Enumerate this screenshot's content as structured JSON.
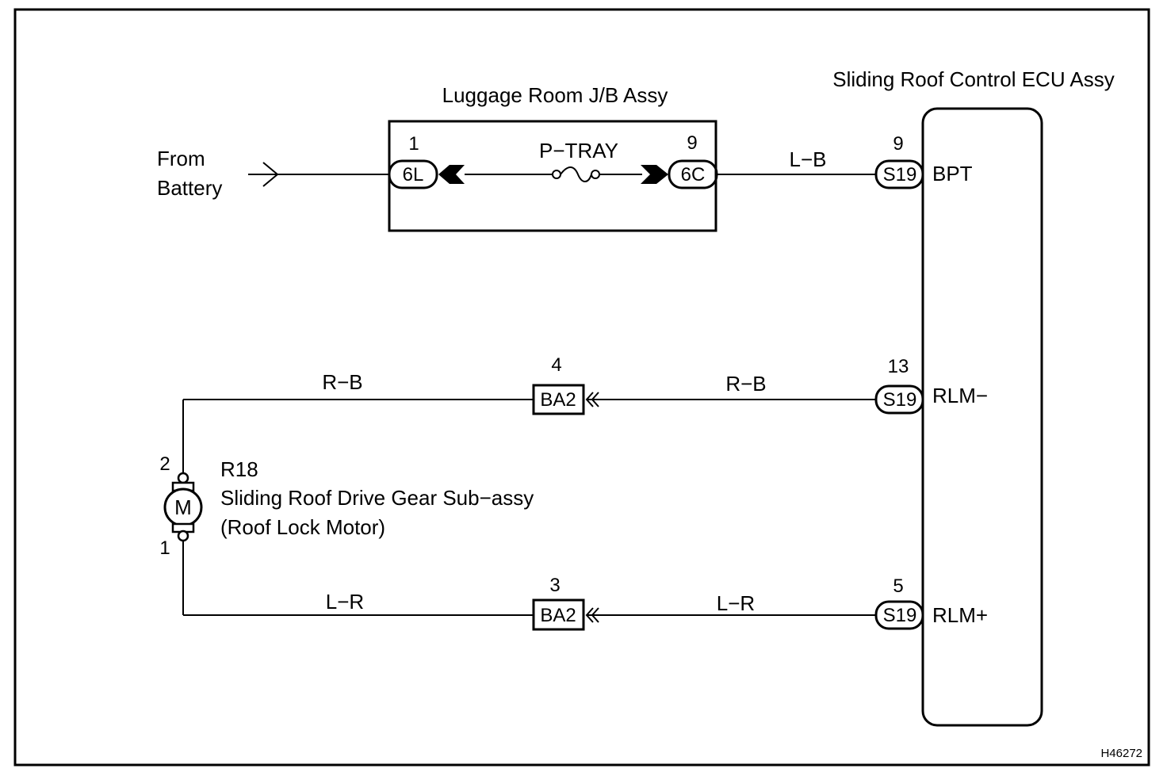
{
  "components": {
    "junction_box": {
      "title": "Luggage Room J/B Assy",
      "fuse": "P−TRAY"
    },
    "ecu": {
      "title": "Sliding Roof Control ECU Assy"
    },
    "motor": {
      "code": "R18",
      "name": "Sliding Roof Drive Gear Sub−assy",
      "subtitle": "(Roof Lock Motor)",
      "symbol": "M",
      "pin_top": "2",
      "pin_bottom": "1"
    },
    "source": {
      "line1": "From",
      "line2": "Battery"
    }
  },
  "connectors": {
    "jb_in": {
      "code": "6L",
      "pin": "1"
    },
    "jb_out": {
      "code": "6C",
      "pin": "9"
    },
    "ecu_bpt": {
      "code": "S19",
      "pin": "9",
      "terminal": "BPT"
    },
    "ecu_rlm_minus": {
      "code": "S19",
      "pin": "13",
      "terminal": "RLM−"
    },
    "ecu_rlm_plus": {
      "code": "S19",
      "pin": "5",
      "terminal": "RLM+"
    },
    "ba2_top": {
      "code": "BA2",
      "pin": "4"
    },
    "ba2_bottom": {
      "code": "BA2",
      "pin": "3"
    }
  },
  "wires": {
    "bpt": "L−B",
    "rlm_minus_left": "R−B",
    "rlm_minus_right": "R−B",
    "rlm_plus_left": "L−R",
    "rlm_plus_right": "L−R"
  },
  "figure_id": "H46272"
}
